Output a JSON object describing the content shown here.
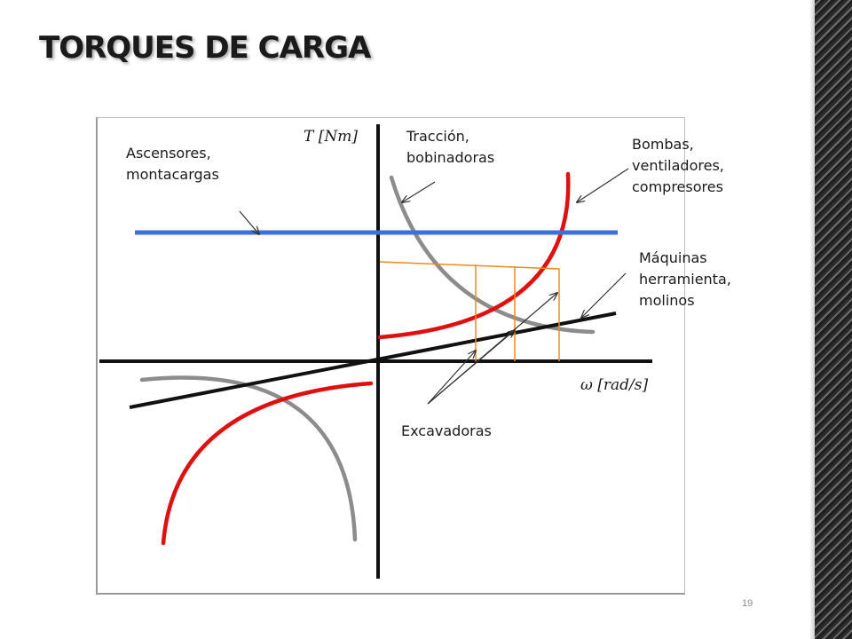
{
  "slide": {
    "title": "TORQUES DE CARGA",
    "page_number": "19"
  },
  "axes": {
    "y_label": "T [Nm]",
    "x_label": "ω [rad/s]"
  },
  "labels": {
    "ascensores": "Ascensores,\nmontacargas",
    "traccion": "Tracción,\nbobinadoras",
    "bombas": "Bombas,\nventiladores,\ncompresores",
    "maquinas": "Máquinas\nherramienta,\nmolinos",
    "excavadoras": "Excavadoras"
  },
  "colors": {
    "constant_torque": "#3a6fdc",
    "quadratic_torque": "#e01010",
    "hyperbolic_torque": "#8c8c8c",
    "linear_torque": "#111111",
    "excavator_torque": "#f08a1c",
    "axes": "#111111"
  }
}
